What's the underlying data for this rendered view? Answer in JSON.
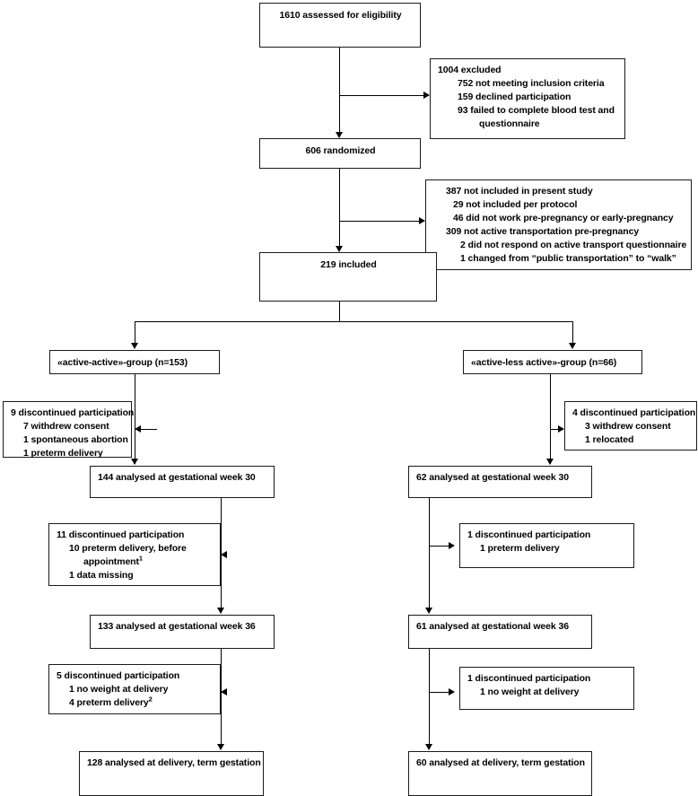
{
  "diagram": {
    "title": "CONSORT participant flow diagram",
    "type": "flowchart",
    "nodes": {
      "assessed": {
        "text": "1610 assessed for eligibility"
      },
      "excluded": {
        "lines": [
          "1004 excluded",
          "752 not meeting inclusion criteria",
          "159 declined participation",
          "93 failed to complete blood test and",
          "questionnaire"
        ]
      },
      "randomized": {
        "text": "606 randomized"
      },
      "not_included": {
        "lines": [
          "387 not included in present study",
          "29 not included per protocol",
          "46 did not work pre-pregnancy or early-pregnancy",
          "309 not active transportation pre-pregnancy",
          "2 did not respond on active transport questionnaire",
          "1 changed from “public transportation” to “walk”"
        ]
      },
      "included": {
        "text": "219 included"
      },
      "group_left": {
        "text": "«active-active»-group (n=153)"
      },
      "group_right": {
        "text": "«active-less active»-group (n=66)"
      },
      "left_disc_1": {
        "lines": [
          "9 discontinued participation",
          "7 withdrew consent",
          "1 spontaneous abortion",
          "1 preterm delivery"
        ]
      },
      "right_disc_1": {
        "lines": [
          "4 discontinued participation",
          "3 withdrew consent",
          "1 relocated"
        ]
      },
      "left_week30": {
        "text": "144 analysed at gestational week 30"
      },
      "right_week30": {
        "text": "62 analysed at gestational week 30"
      },
      "left_disc_2": {
        "lines": [
          "11 discontinued participation",
          "10 preterm delivery, before",
          "appointment",
          "1 data missing"
        ],
        "footnote_marker": "1"
      },
      "right_disc_2": {
        "lines": [
          "1 discontinued participation",
          "1 preterm delivery"
        ]
      },
      "left_week36": {
        "text": "133 analysed at gestational week 36"
      },
      "right_week36": {
        "text": "61 analysed at gestational week 36"
      },
      "left_disc_3": {
        "lines": [
          "5 discontinued participation",
          "1 no weight at delivery",
          "4 preterm delivery"
        ],
        "footnote_marker": "2"
      },
      "right_disc_3": {
        "lines": [
          "1 discontinued participation",
          "1 no weight at delivery"
        ]
      },
      "left_delivery": {
        "text": "128 analysed at delivery, term gestation"
      },
      "right_delivery": {
        "text": "60 analysed at delivery, term gestation"
      }
    },
    "colors": {
      "stroke": "#1a1a1a",
      "background": "#ffffff",
      "text": "#000000"
    }
  }
}
